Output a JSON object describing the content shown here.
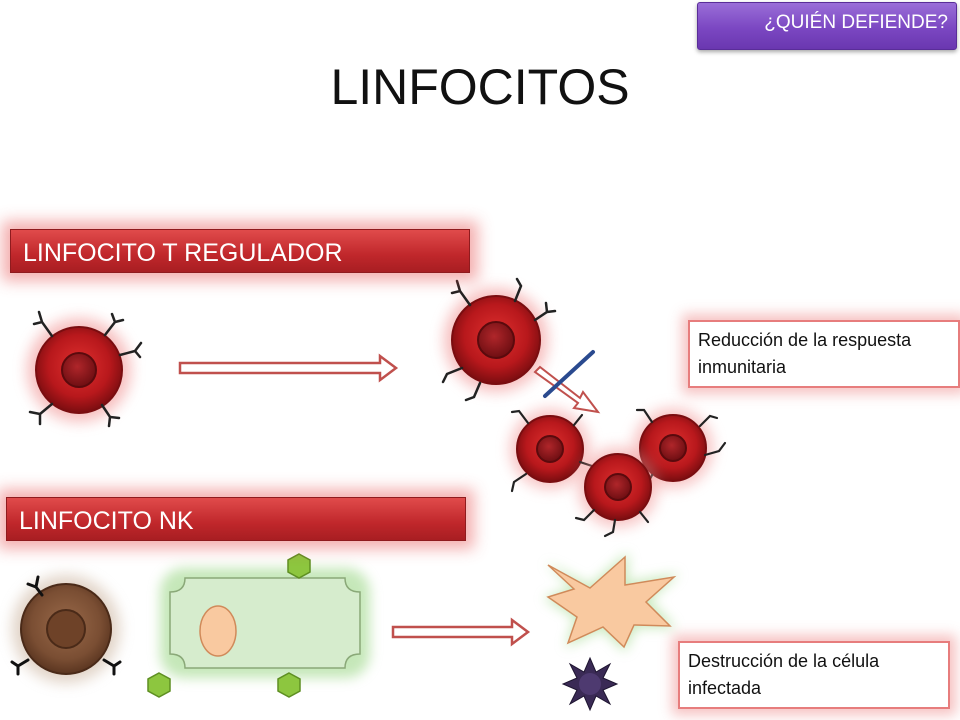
{
  "nav": {
    "label": "¿QUIÉN DEFIENDE?"
  },
  "title": "LINFOCITOS",
  "sections": {
    "treg": {
      "label": "LINFOCITO T REGULADOR",
      "effect": "Reducción de la respuesta inmunitaria"
    },
    "nk": {
      "label": "LINFOCITO NK",
      "effect": "Destrucción de la célula infectada"
    }
  },
  "colors": {
    "lymphocyte": "#c0272b",
    "nk_cell": "#8b5a3c",
    "infected_cell": "#d6eccd",
    "destroyed_cell": "#f9c9a0",
    "antigen": "#8dc63f",
    "block_line": "#2a4a8f",
    "nav_button": "#7b47c2"
  }
}
